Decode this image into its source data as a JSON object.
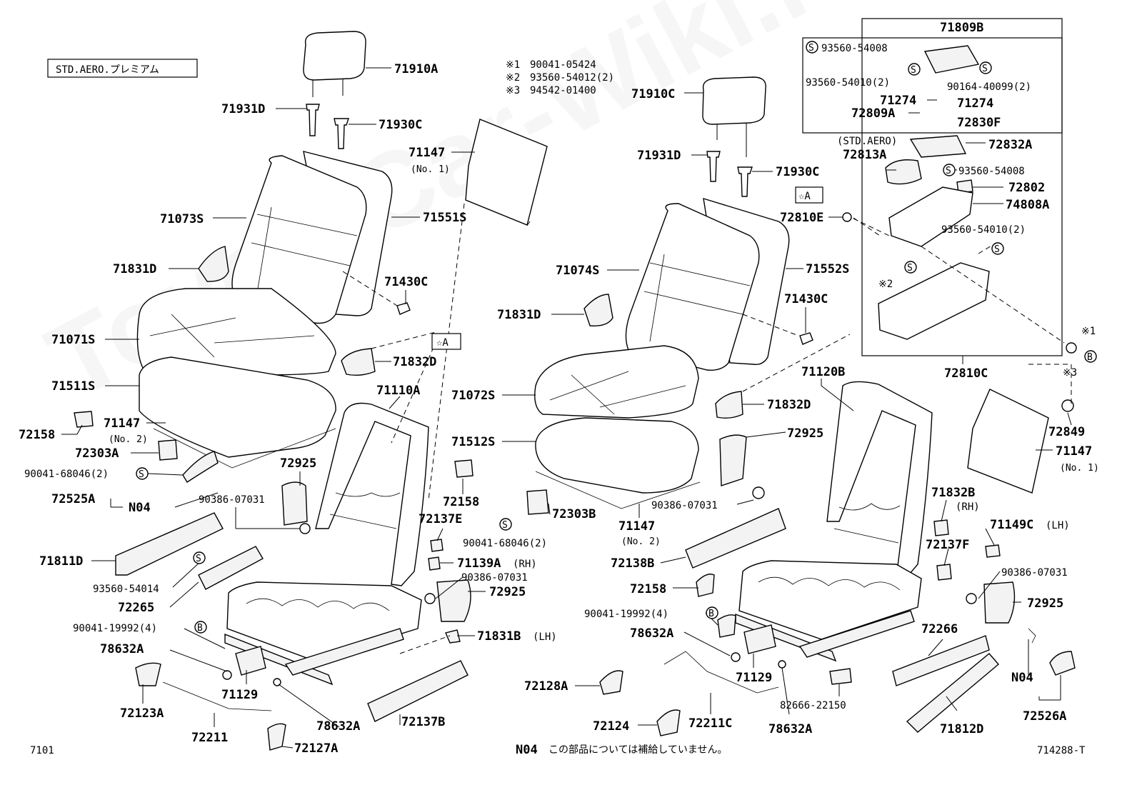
{
  "watermark": "ToyotaCar-Wiki.ru",
  "header_label": "STD.AERO.プレミアム",
  "notes": [
    {
      "mark": "※1",
      "part": "90041-05424"
    },
    {
      "mark": "※2",
      "part": "93560-54012(2)"
    },
    {
      "mark": "※3",
      "part": "94542-01400"
    }
  ],
  "box_title": "71809B",
  "parts": {
    "p71910A": "71910A",
    "p71931D_l": "71931D",
    "p71930C_l": "71930C",
    "p71147_no1_l": "71147",
    "no1_l": "(No. 1)",
    "p71073S": "71073S",
    "p71551S": "71551S",
    "p71831D_l": "71831D",
    "p71430C_l": "71430C",
    "p71071S": "71071S",
    "star_a_l": "☆A",
    "p71832D_l": "71832D",
    "p71511S": "71511S",
    "p71110A": "71110A",
    "p72158_l1": "72158",
    "p71147_no2_l": "71147",
    "no2_l": "(No. 2)",
    "p72303A": "72303A",
    "p90041_68046_l": "90041-68046(2)",
    "p72525A": "72525A",
    "n04_l": "N04",
    "p72925_l1": "72925",
    "p90386_l1": "90386-07031",
    "p72158_l2": "72158",
    "p72137E": "72137E",
    "p71139A": "71139A",
    "rh_71139A": "(RH)",
    "p90386_l2": "90386-07031",
    "p72925_l2": "72925",
    "p71811D": "71811D",
    "p93560_54014": "93560-54014",
    "p72265": "72265",
    "p90041_19992_l": "90041-19992(4)",
    "p71831B": "71831B",
    "lh_71831B": "(LH)",
    "p78632A_l1": "78632A",
    "p71129_l": "71129",
    "p72123A": "72123A",
    "p78632A_l2": "78632A",
    "p72137B": "72137B",
    "p72211": "72211",
    "p72127A": "72127A",
    "p71910C": "71910C",
    "p71931D_r": "71931D",
    "p71930C_r": "71930C",
    "star_a_r": "☆A",
    "p72810E": "72810E",
    "p71074S": "71074S",
    "p71552S": "71552S",
    "p71831D_r": "71831D",
    "p71430C_r": "71430C",
    "p71072S": "71072S",
    "p71512S": "71512S",
    "p71120B": "71120B",
    "p71832D_r": "71832D",
    "p72925_r1": "72925",
    "p72303B": "72303B",
    "p90041_68046_r": "90041-68046(2)",
    "p71147_no2_r": "71147",
    "no2_r": "(No. 2)",
    "p90386_r1": "90386-07031",
    "p72138B": "72138B",
    "p72158_r": "72158",
    "p90041_19992_r": "90041-19992(4)",
    "p78632A_r1": "78632A",
    "p71129_r": "71129",
    "p78632A_r2": "78632A",
    "p72128A": "72128A",
    "p72124": "72124",
    "p72211C": "72211C",
    "p82666_22150": "82666-22150",
    "p71832B": "71832B",
    "rh_71832B": "(RH)",
    "p71149C": "71149C",
    "lh_71149C": "(LH)",
    "p72137F": "72137F",
    "p90386_r2": "90386-07031",
    "p72925_r2": "72925",
    "p72266": "72266",
    "p71812D": "71812D",
    "n04_r": "N04",
    "p72526A": "72526A",
    "p72849": "72849",
    "p71147_no1_r": "71147",
    "no1_r": "(No. 1)",
    "p72810C": "72810C",
    "x1": "※1",
    "x3": "※3",
    "b_mark": "B",
    "box_93560_54008_a": "93560-54008",
    "box_93560_54010": "93560-54010(2)",
    "box_90164_40099": "90164-40099(2)",
    "box_71274_a": "71274",
    "box_71274_b": "71274",
    "box_72809A": "72809A",
    "box_72830F": "72830F",
    "box_std_aero": "(STD.AERO)",
    "box_72813A": "72813A",
    "box_72832A": "72832A",
    "box_93560_54008_b": "93560-54008",
    "box_72802": "72802",
    "box_74808A": "74808A",
    "box_93560_54010_b": "93560-54010(2)",
    "box_x2": "※2"
  },
  "footer": {
    "left_code": "7101",
    "note_label": "N04",
    "note_text": "この部品については補給していません。",
    "right_code": "714288-T"
  }
}
